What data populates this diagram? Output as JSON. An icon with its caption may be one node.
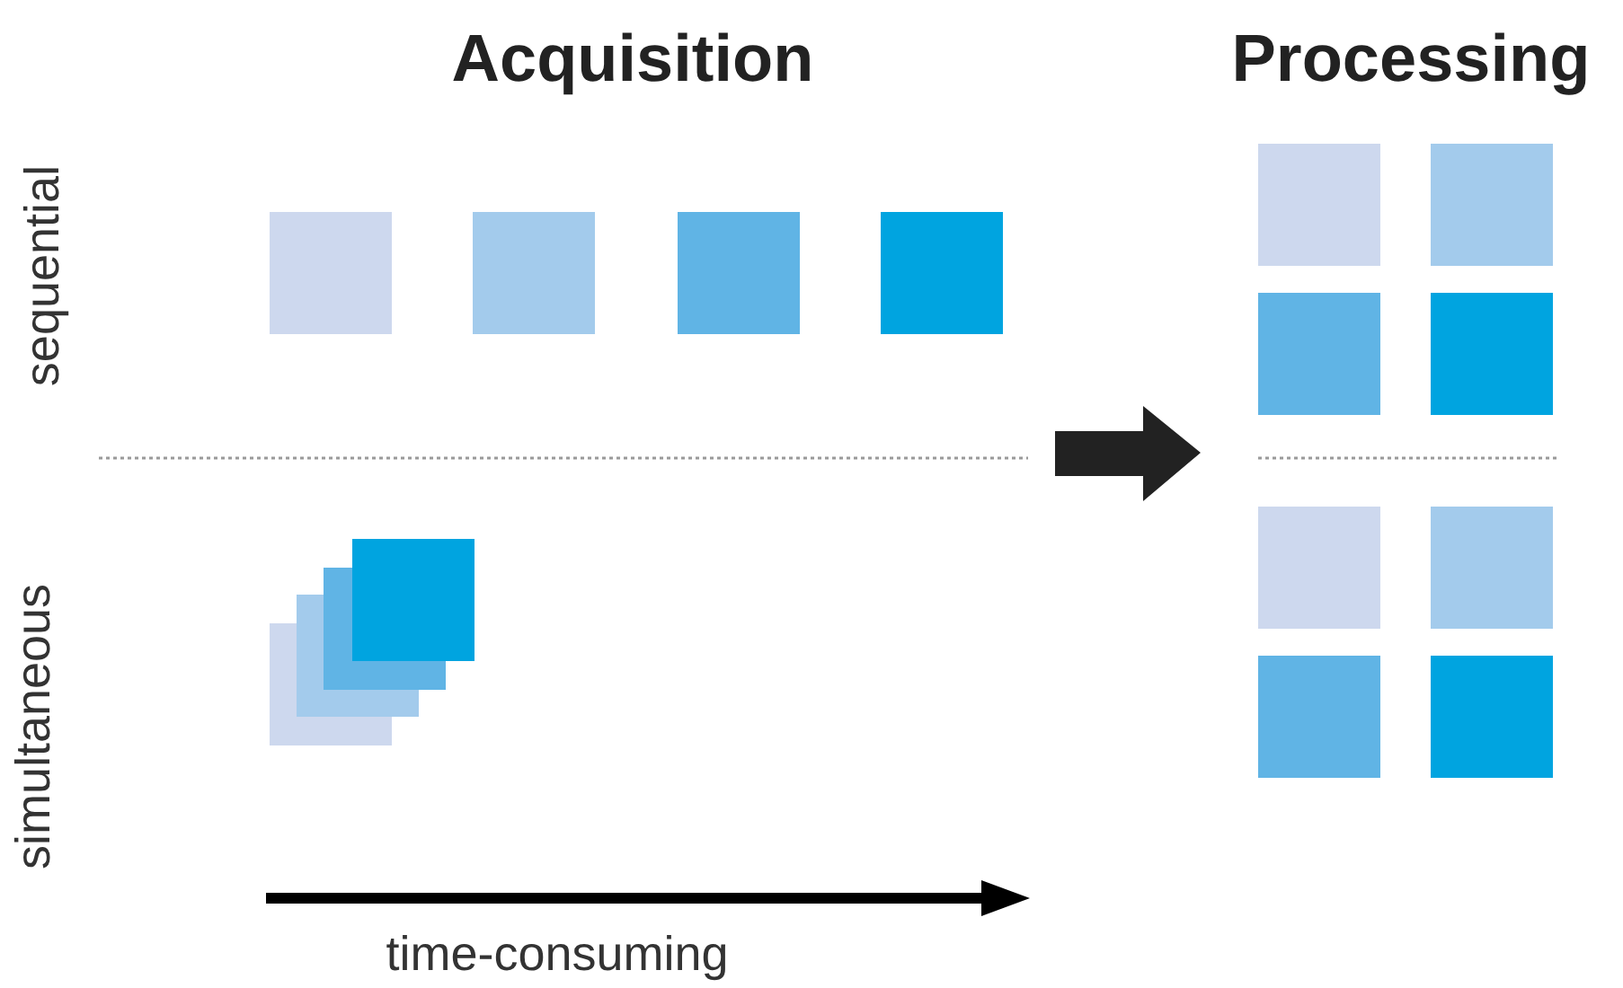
{
  "diagram": {
    "nodes": [
      {
        "text": [],
        "shape": "box"
      },
      {
        "text": [],
        "shape": "box"
      },
      {
        "text": [],
        "shape": "box"
      },
      {
        "text": [],
        "shape": "box"
      },
      {
        "text": [],
        "shape": "picture"
      },
      {
        "text": [],
        "shape": "box"
      },
      {
        "text": [],
        "shape": "box"
      },
      {
        "text": [],
        "shape": "box"
      },
      {
        "text": [],
        "shape": "box"
      },
      {
        "text": [],
        "shape": "box"
      },
      {
        "text": [],
        "shape": "box"
      },
      {
        "text": [],
        "shape": "box"
      },
      {
        "text": [],
        "shape": "box"
      }
    ],
    "edges": [],
    "labels": [
      "Acquisition",
      "Processing",
      "sequential",
      "simultaneous",
      "time-consuming"
    ]
  }
}
